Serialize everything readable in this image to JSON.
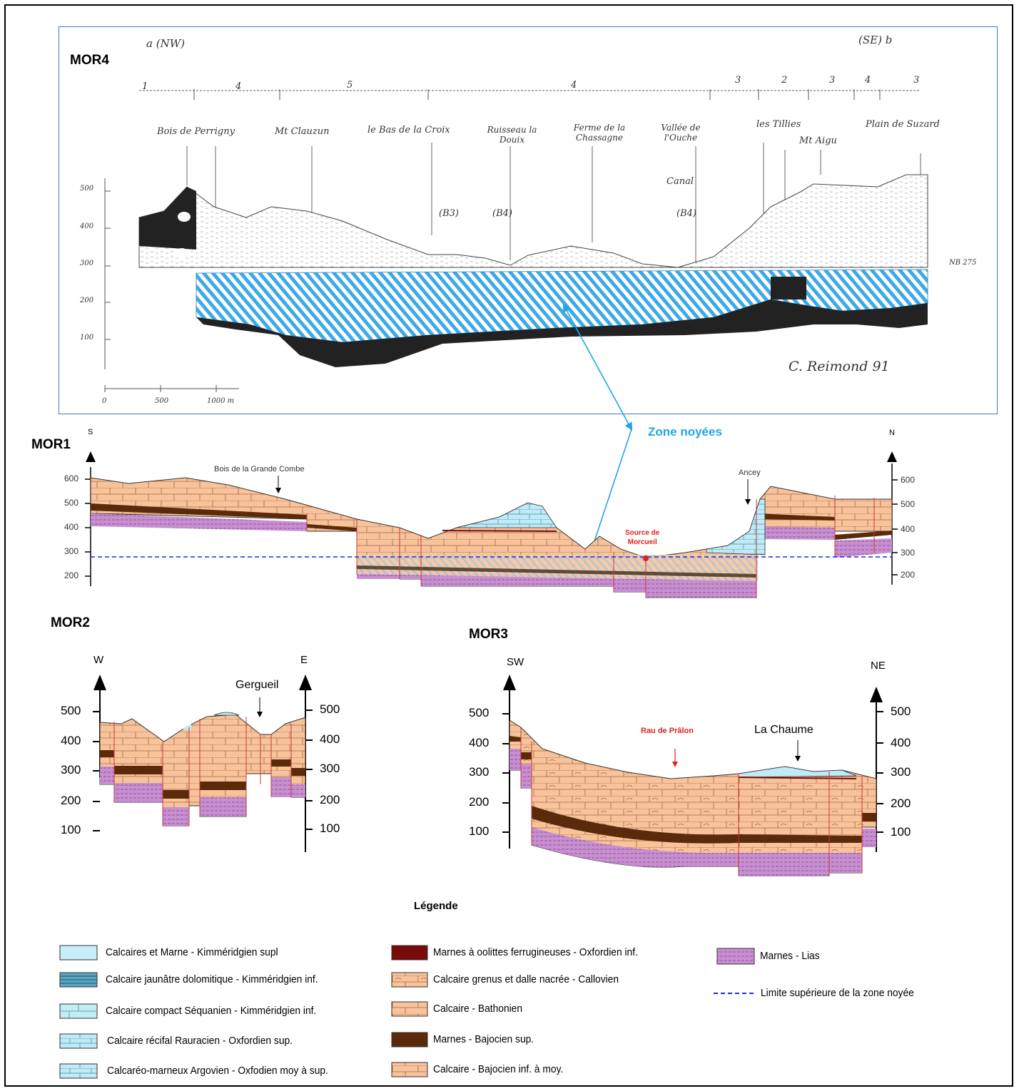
{
  "mor4": {
    "label": "MOR4",
    "dir_left": "a  (NW)",
    "dir_right": "(SE)  b",
    "zone_numbers": [
      "1",
      "4",
      "5",
      "4",
      "3",
      "2",
      "3",
      "4",
      "3"
    ],
    "places": [
      "Bois de Perrigny",
      "Mt Clauzun",
      "le Bas de la Croix",
      "Ruisseau la Douix",
      "Ferme de la Chassagne",
      "Vallée de l'Ouche",
      "les Tillies",
      "Mt Aigu",
      "Plain de Suzard"
    ],
    "canal": "Canal",
    "boreholes": [
      "(B3)",
      "(B4)",
      "(B4)"
    ],
    "y_ticks": [
      "500",
      "400",
      "300",
      "200",
      "100"
    ],
    "scale": [
      "0",
      "500",
      "1000 m"
    ],
    "nb": "NB 275",
    "author": "C. Reimond 91"
  },
  "callout": {
    "label": "Zone noyées",
    "color": "#1ea6e6"
  },
  "mor1": {
    "label": "MOR1",
    "dir_left": "S",
    "dir_right": "N",
    "y_ticks_left": [
      "600",
      "500",
      "400",
      "300",
      "200"
    ],
    "y_ticks_right": [
      "600",
      "500",
      "400",
      "300",
      "200"
    ],
    "place_1": "Bois de la Grande Combe",
    "place_2": "Ancey",
    "source_line1": "Source de",
    "source_line2": "Morcueil"
  },
  "mor2": {
    "label": "MOR2",
    "dir_left": "W",
    "dir_right": "E",
    "y_ticks": [
      "500",
      "400",
      "300",
      "200",
      "100"
    ],
    "place": "Gergueil"
  },
  "mor3": {
    "label": "MOR3",
    "dir_left": "SW",
    "dir_right": "NE",
    "y_ticks": [
      "500",
      "400",
      "300",
      "200",
      "100"
    ],
    "place_1": "Rau de Prâlon",
    "place_2": "La Chaume"
  },
  "legend": {
    "title": "Légende",
    "items": [
      {
        "label": "Calcaires et Marne  - Kimméridgien supl",
        "color": "#c8eef8"
      },
      {
        "label": "Calcaire jaunâtre dolomitique - Kimméridgien inf.",
        "color": "#5aa7c4"
      },
      {
        "label": "Calcaire compact Séquanien - Kimméridgien inf.",
        "color": "#c4ecf5"
      },
      {
        "label": "Calcaire récifal Rauracien - Oxfordien sup.",
        "color": "#a9e1f2"
      },
      {
        "label": "Calcaréo-marneux Argovien - Oxfodien moy à sup.",
        "color": "#b3e5f4"
      },
      {
        "label": "Marnes  à oolittes ferrugineuses - Oxfordien inf.",
        "color": "#7a0b0b"
      },
      {
        "label": "Calcaire grenus et dalle nacrée - Callovien",
        "color": "#f8c39a"
      },
      {
        "label": "Calcaire - Bathonien",
        "color": "#f8c39a"
      },
      {
        "label": "Marnes - Bajocien sup.",
        "color": "#5a2a0a"
      },
      {
        "label": "Calcaire - Bajocien inf. à moy.",
        "color": "#f8c39a"
      },
      {
        "label": "Marnes - Lias",
        "color": "#c78fd0"
      },
      {
        "label": "Limite supérieure de la zone noyée",
        "color": "#1b2bd6"
      }
    ]
  }
}
